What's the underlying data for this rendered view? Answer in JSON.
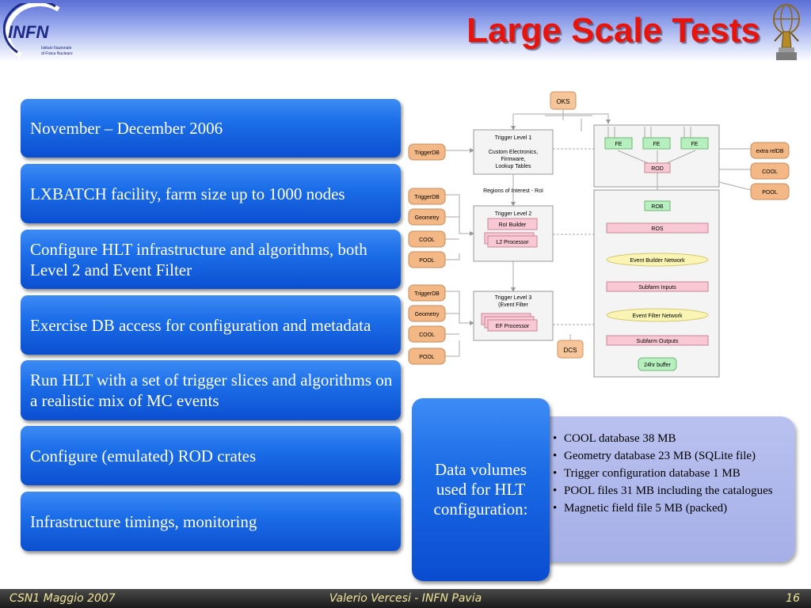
{
  "header": {
    "title": "Large Scale Tests",
    "logo": {
      "name": "INFN",
      "subtitle_line1": "Istituto Nazionale",
      "subtitle_line2": "di Fisica Nucleare"
    },
    "title_color": "#e8140c"
  },
  "bullets": [
    "November – December 2006",
    "LXBATCH facility, farm size up to 1000 nodes",
    "Configure HLT infrastructure and algorithms, both Level 2 and Event Filter",
    "Exercise DB access for configuration and metadata",
    "Run HLT with a set of trigger slices and algorithms on a realistic mix of MC events",
    "Configure (emulated) ROD crates",
    "Infrastructure timings, monitoring"
  ],
  "diagram": {
    "oks": "OKS",
    "dcs": "DCS",
    "l1_title": "Trigger Level 1",
    "l1_line1": "Custom Electronics,",
    "l1_line2": "Firmware,",
    "l1_line3": "Lookup Tables",
    "roi": "Regions of Interest - RoI",
    "l2_title": "Trigger Level 2",
    "roi_builder": "RoI Builder",
    "l2_processor": "L2 Processor",
    "l3_title_line1": "Trigger Level 3",
    "l3_title_line2": "(Event Filter",
    "ef_processor": "EF Processor",
    "fe": "FE",
    "rod": "ROD",
    "rob": "ROB",
    "ros": "ROS",
    "event_builder_network": "Event Builder Network",
    "subfarm_inputs": "Subfarm Inputs",
    "event_filter_network": "Event Filter Network",
    "subfarm_outputs": "Subfarm Outputs",
    "buffer": "24hr buffer",
    "dbs_l1": [
      "TriggerDB"
    ],
    "dbs_l2": [
      "TriggerDB",
      "Geometry",
      "COOL",
      "POOL"
    ],
    "dbs_l3": [
      "TriggerDB",
      "Geometry",
      "COOL",
      "POOL"
    ],
    "dbs_right": [
      "extra relDB",
      "COOL",
      "POOL"
    ]
  },
  "data_volumes": {
    "label": "Data volumes used for HLT configuration:",
    "items": [
      "COOL database 38 MB",
      "Geometry database 23 MB (SQLite file)",
      "Trigger configuration database 1 MB",
      "POOL files 31 MB including the catalogues",
      "Magnetic field file 5 MB (packed)"
    ]
  },
  "footer": {
    "left": "CSN1 Maggio 2007",
    "center": "Valerio Vercesi - INFN Pavia",
    "right": "16"
  }
}
